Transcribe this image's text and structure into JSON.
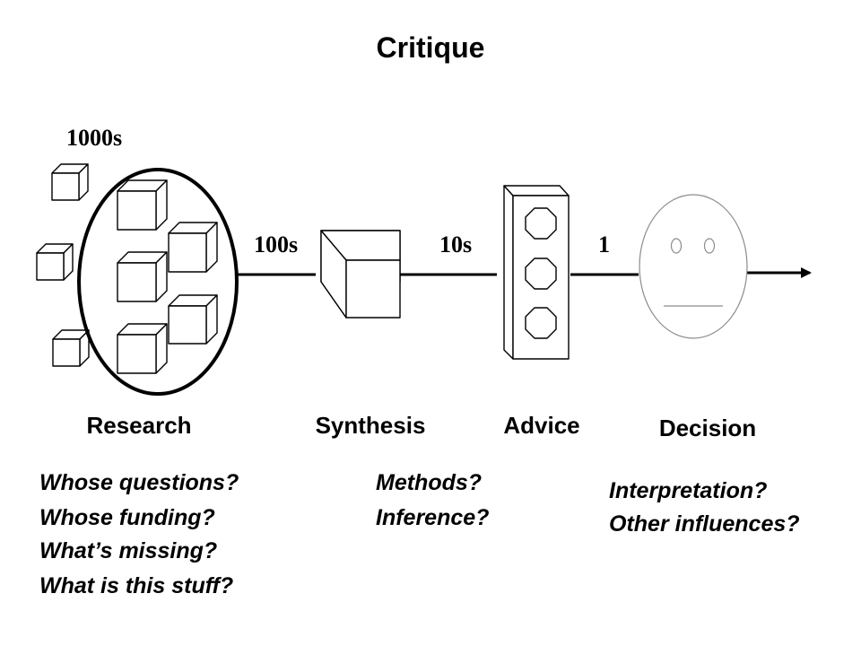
{
  "title": "Critique",
  "counts": {
    "research": "1000s",
    "synthesis": "100s",
    "advice": "10s",
    "decision": "1"
  },
  "stages": {
    "research": "Research",
    "synthesis": "Synthesis",
    "advice": "Advice",
    "decision": "Decision"
  },
  "questions": {
    "research": [
      "Whose questions?",
      "Whose funding?",
      "What’s missing?",
      "What is this stuff?"
    ],
    "synthesis": [
      "Methods?",
      "Inference?"
    ],
    "decision": [
      "Interpretation?",
      "Other influences?"
    ]
  },
  "icons": {
    "research": "research-papers-cube-cluster-icon",
    "synthesis": "synthesis-cube-icon",
    "advice": "traffic-light-icon",
    "decision": "face-icon"
  }
}
